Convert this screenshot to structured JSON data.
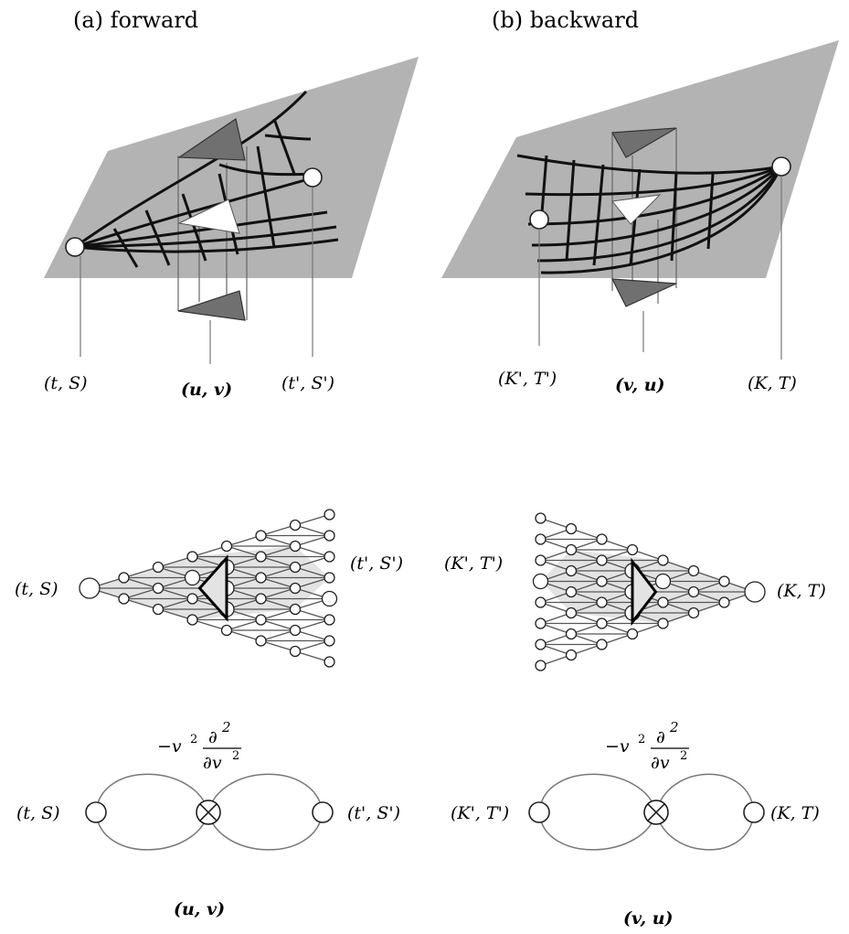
{
  "panels": {
    "forward": {
      "title": "(a) forward",
      "label_start": "(t, S)",
      "label_mid": "(u, v)",
      "label_end": "(t', S')",
      "operator_num": "∂",
      "operator_num_exp": "2",
      "operator_den": "∂v",
      "operator_den_exp": "2",
      "operator_coef": "−v",
      "operator_coef_exp": "2"
    },
    "backward": {
      "title": "(b) backward",
      "label_start": "(K', T')",
      "label_mid": "(v, u)",
      "label_end": "(K, T)",
      "operator_num": "∂",
      "operator_num_exp": "2",
      "operator_den": "∂v",
      "operator_den_exp": "2",
      "operator_coef": "−v",
      "operator_coef_exp": "2"
    }
  },
  "colors": {
    "plane": "#b3b3b3",
    "shaded": "#e3e3e3",
    "dark_triangle": "#707070",
    "line": "#555555"
  }
}
